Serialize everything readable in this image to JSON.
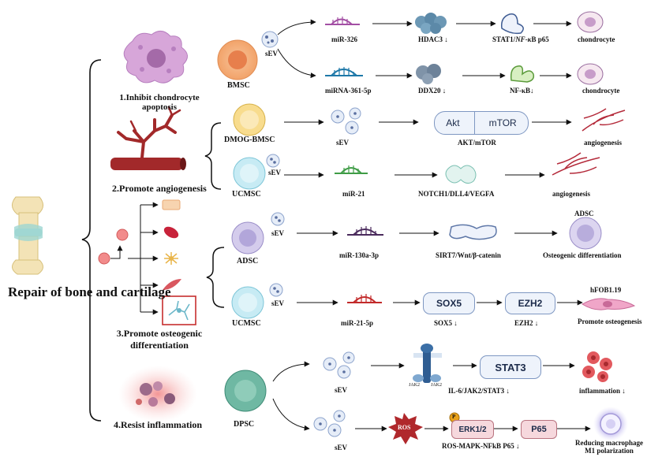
{
  "main_title": "Repair of bone and cartilage",
  "sections": [
    {
      "number": "1.",
      "label": "Inhibit chondrocyte apoptosis",
      "line1": "1.Inhibit chondrocyte",
      "line2": "apoptosis"
    },
    {
      "number": "2.",
      "label": "Promote angiogenesis",
      "line1": "2.Promote angiogenesis"
    },
    {
      "number": "3.",
      "label": "Promote osteogenic differentiation",
      "line1": "3.Promote osteogenic",
      "line2": "differentiation"
    },
    {
      "number": "4.",
      "label": "Resist inflammation",
      "line1": "4.Resist inflammation"
    }
  ],
  "pathways": [
    {
      "source": "BMSC",
      "vesicle": "sEV",
      "cargo": "miR-326",
      "target": "HDAC3 ↓",
      "mediator_prefix": "STAT1/",
      "mediator_italic": "NF-κ",
      "mediator_suffix": "B p65",
      "outcome": "chondrocyte"
    },
    {
      "source": "BMSC",
      "vesicle": "sEV",
      "cargo": "miRNA-361-5p",
      "target": "DDX20 ↓",
      "mediator": "NF-κB↓",
      "outcome": "chondrocyte"
    },
    {
      "source": "DMOG-BMSC",
      "vesicle": "sEV",
      "pill": [
        "Akt",
        "mTOR"
      ],
      "mediator": "AKT/mTOR",
      "outcome": "angiogenesis"
    },
    {
      "source": "UCMSC",
      "vesicle": "sEV",
      "cargo": "miR-21",
      "mediator": "NOTCH1/DLL4/VEGFA",
      "outcome": "angiogenesis"
    },
    {
      "source": "ADSC",
      "vesicle": "sEV",
      "cargo": "miR-130a-3p",
      "mediator": "SIRT7/Wnt/β-catenin",
      "outcome_cell": "ADSC",
      "outcome": "Osteogenic differentiation"
    },
    {
      "source": "UCMSC",
      "vesicle": "sEV",
      "cargo": "miR-21-5p",
      "pill1": "SOX5",
      "pill1_label": "SOX5  ↓",
      "pill2": "EZH2",
      "pill2_label": "EZH2  ↓",
      "outcome_cell": "hFOB1.19",
      "outcome": "Promote osteogenesis"
    },
    {
      "source": "DPSC",
      "vesicle": "sEV",
      "receptor_labels": [
        "JAK2",
        "JAK2"
      ],
      "pill": "STAT3",
      "mediator": "IL-6/JAK2/STAT3 ↓",
      "outcome": "inflammation ↓"
    },
    {
      "source": "DPSC",
      "vesicle": "sEV",
      "ros": "ROS",
      "phospho": "P",
      "pill1": "ERK1/2",
      "pill2": "P65",
      "mediator": "ROS-MAPK-NFkB P65 ↓",
      "outcome_line1": "Reducing macrophage",
      "outcome_line2": "M1 polarization"
    }
  ],
  "colors": {
    "bmsc": "#f2a36a",
    "bmsc_nucleus": "#e77f4c",
    "dmog": "#f8dc8e",
    "ucmsc": "#bfe8f2",
    "adsc": "#c6bde3",
    "dpsc": "#6fb8a3",
    "vessel": "#a2292a",
    "pill_border": "#7e97c2",
    "pill_fill": "#eef3fb",
    "ros": "#b0282c",
    "mirna_purple": "#a34fa4",
    "mirna_blue": "#1e78a8",
    "mirna_green": "#3f9c46",
    "mirna_dark": "#4a2a5c",
    "mirna_red": "#c22a2a"
  }
}
